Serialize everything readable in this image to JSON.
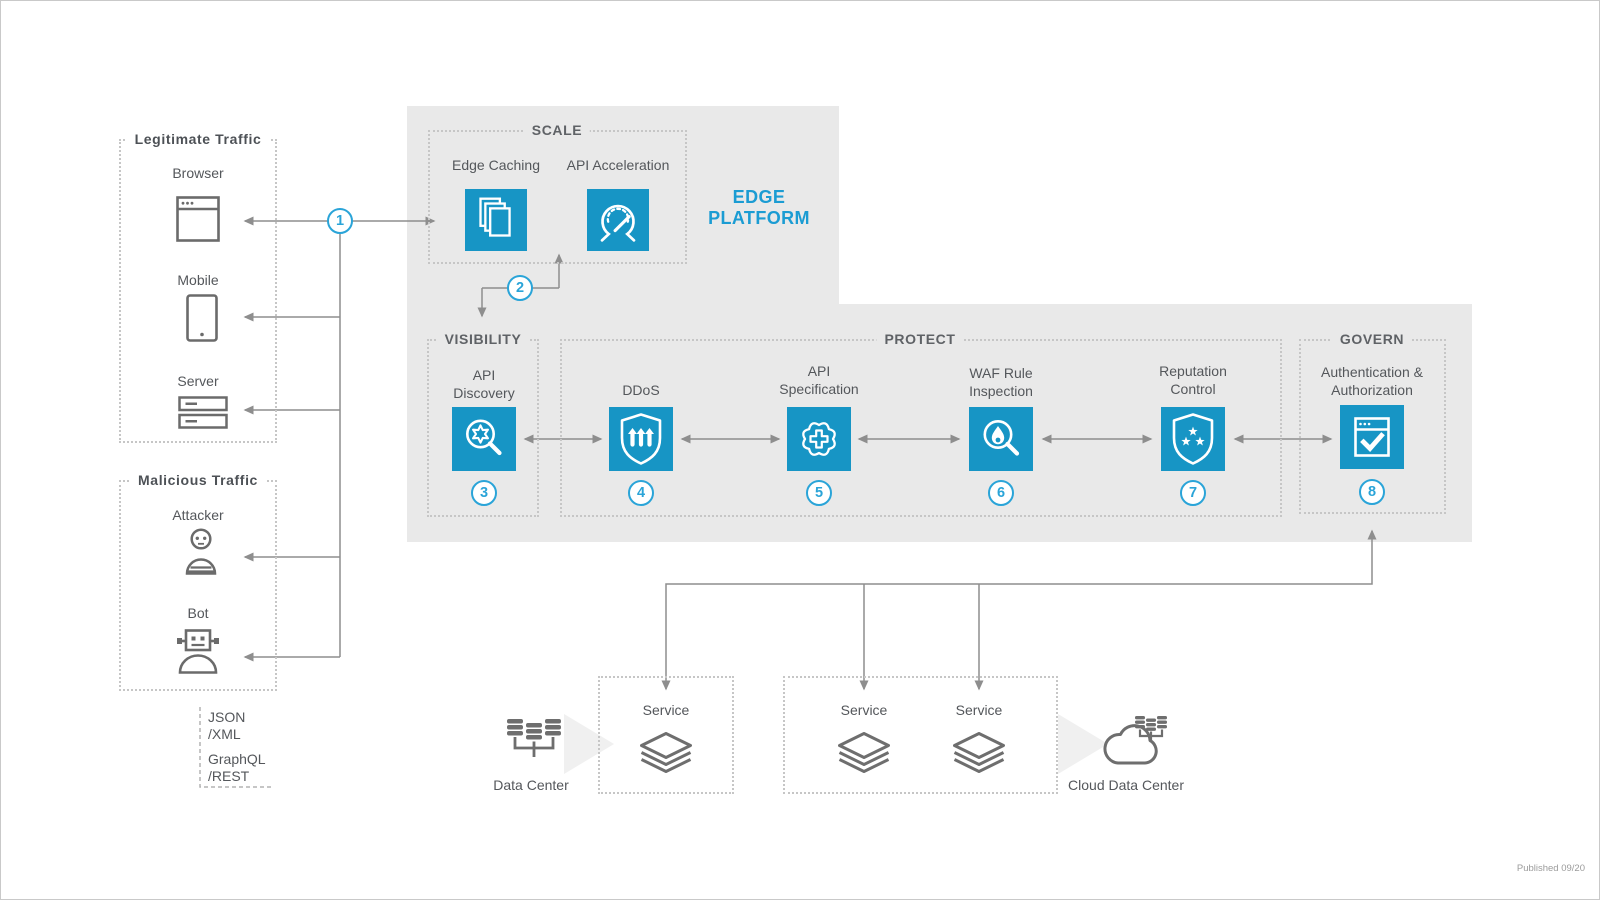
{
  "colors": {
    "accent_blue": "#1795c5",
    "step_blue": "#2aa4d8",
    "edge_platform_text": "#1b9cd3",
    "panel_gray": "#e9e9e9",
    "wire_gray": "#8e8e8e",
    "icon_gray": "#6b6b6b"
  },
  "traffic": {
    "legitimate": {
      "title": "Legitimate Traffic",
      "items": [
        {
          "label": "Browser",
          "icon": "browser-icon"
        },
        {
          "label": "Mobile",
          "icon": "mobile-icon"
        },
        {
          "label": "Server",
          "icon": "server-icon"
        }
      ]
    },
    "malicious": {
      "title": "Malicious Traffic",
      "items": [
        {
          "label": "Attacker",
          "icon": "attacker-icon"
        },
        {
          "label": "Bot",
          "icon": "bot-icon"
        }
      ]
    },
    "protocols": [
      "JSON",
      "/XML",
      "GraphQL",
      "/REST"
    ]
  },
  "edge_platform": {
    "line1": "EDGE",
    "line2": "PLATFORM"
  },
  "steps": {
    "s1": "1",
    "s2": "2",
    "s3": "3",
    "s4": "4",
    "s5": "5",
    "s6": "6",
    "s7": "7",
    "s8": "8"
  },
  "scale": {
    "title": "SCALE",
    "items": [
      {
        "label": "Edge Caching",
        "icon": "pages-icon"
      },
      {
        "label": "API Acceleration",
        "icon": "gauge-icon"
      }
    ]
  },
  "visibility": {
    "title": "VISIBILITY",
    "item": {
      "line1": "API",
      "line2": "Discovery",
      "icon": "magnifier-star-icon"
    }
  },
  "protect": {
    "title": "PROTECT",
    "items": [
      {
        "line1": "",
        "line2": "DDoS",
        "icon": "shield-bombs-icon"
      },
      {
        "line1": "API",
        "line2": "Specification",
        "icon": "seal-cross-icon"
      },
      {
        "line1": "WAF Rule",
        "line2": "Inspection",
        "icon": "magnifier-flame-icon"
      },
      {
        "line1": "Reputation",
        "line2": "Control",
        "icon": "shield-stars-icon"
      }
    ]
  },
  "govern": {
    "title": "GOVERN",
    "item": {
      "line1": "Authentication &",
      "line2": "Authorization",
      "icon": "window-check-icon"
    }
  },
  "bottom": {
    "data_center": "Data Center",
    "cloud_data_center": "Cloud Data Center",
    "service1": "Service",
    "service2": "Service",
    "service3": "Service",
    "service_icon": "layers-icon",
    "data_center_icon": "database-stack-icon",
    "cloud_icon": "cloud-database-icon"
  },
  "footer": {
    "published": "Published 09/20"
  }
}
